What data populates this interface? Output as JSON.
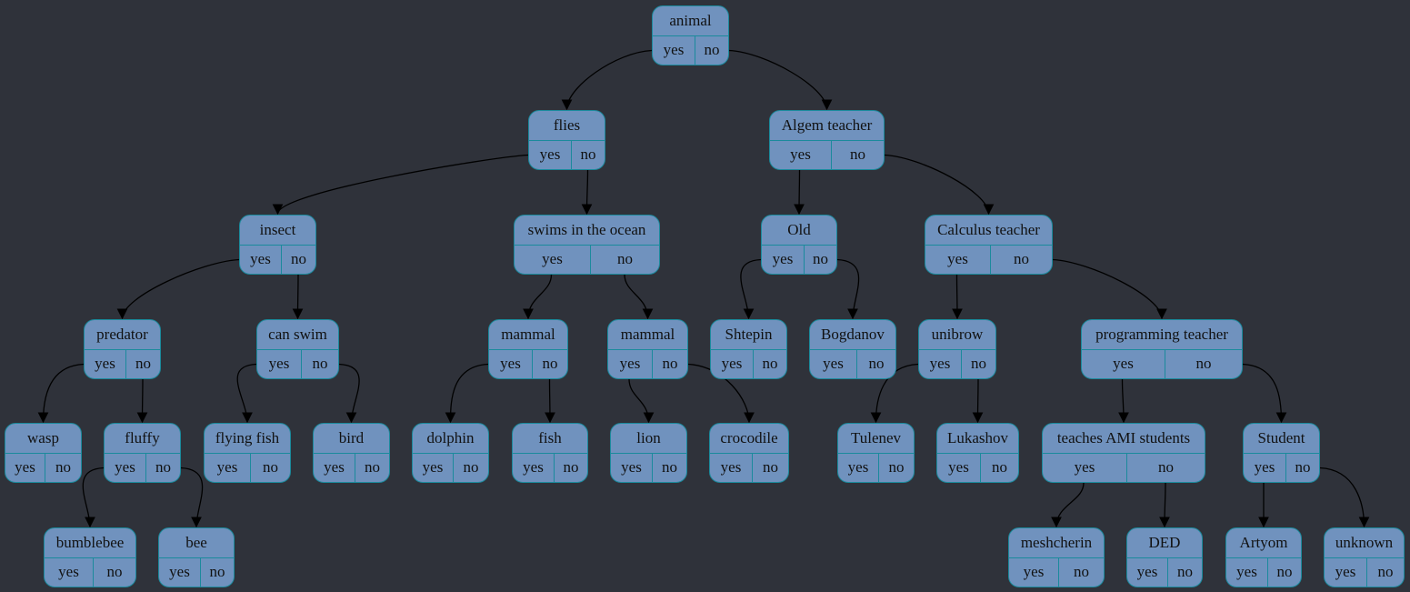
{
  "labels": {
    "yes": "yes",
    "no": "no"
  },
  "nodes": [
    {
      "id": "animal",
      "text": "animal"
    },
    {
      "id": "flies",
      "text": "flies"
    },
    {
      "id": "algem",
      "text": "Algem teacher"
    },
    {
      "id": "insect",
      "text": "insect"
    },
    {
      "id": "swims",
      "text": "swims in the ocean"
    },
    {
      "id": "old",
      "text": "Old"
    },
    {
      "id": "calculus",
      "text": "Calculus teacher"
    },
    {
      "id": "predator",
      "text": "predator"
    },
    {
      "id": "canswim",
      "text": "can swim"
    },
    {
      "id": "mammal1",
      "text": "mammal"
    },
    {
      "id": "mammal2",
      "text": "mammal"
    },
    {
      "id": "shtepin",
      "text": "Shtepin"
    },
    {
      "id": "bogdanov",
      "text": "Bogdanov"
    },
    {
      "id": "unibrow",
      "text": "unibrow"
    },
    {
      "id": "programming",
      "text": "programming teacher"
    },
    {
      "id": "wasp",
      "text": "wasp"
    },
    {
      "id": "fluffy",
      "text": "fluffy"
    },
    {
      "id": "flyingfish",
      "text": "flying fish"
    },
    {
      "id": "bird",
      "text": "bird"
    },
    {
      "id": "dolphin",
      "text": "dolphin"
    },
    {
      "id": "fish",
      "text": "fish"
    },
    {
      "id": "lion",
      "text": "lion"
    },
    {
      "id": "crocodile",
      "text": "crocodile"
    },
    {
      "id": "tulenev",
      "text": "Tulenev"
    },
    {
      "id": "lukashov",
      "text": "Lukashov"
    },
    {
      "id": "teachesami",
      "text": "teaches AMI students"
    },
    {
      "id": "student",
      "text": "Student"
    },
    {
      "id": "bumblebee",
      "text": "bumblebee"
    },
    {
      "id": "bee",
      "text": "bee"
    },
    {
      "id": "meshcherin",
      "text": "meshcherin"
    },
    {
      "id": "ded",
      "text": "DED"
    },
    {
      "id": "artyom",
      "text": "Artyom"
    },
    {
      "id": "unknown",
      "text": "unknown"
    }
  ],
  "edges": [
    {
      "from": "animal",
      "port": "yes",
      "to": "flies"
    },
    {
      "from": "animal",
      "port": "no",
      "to": "algem"
    },
    {
      "from": "flies",
      "port": "yes",
      "to": "insect"
    },
    {
      "from": "flies",
      "port": "no",
      "to": "swims"
    },
    {
      "from": "algem",
      "port": "yes",
      "to": "old"
    },
    {
      "from": "algem",
      "port": "no",
      "to": "calculus"
    },
    {
      "from": "insect",
      "port": "yes",
      "to": "predator"
    },
    {
      "from": "insect",
      "port": "no",
      "to": "canswim"
    },
    {
      "from": "swims",
      "port": "yes",
      "to": "mammal1"
    },
    {
      "from": "swims",
      "port": "no",
      "to": "mammal2"
    },
    {
      "from": "old",
      "port": "yes",
      "to": "shtepin"
    },
    {
      "from": "old",
      "port": "no",
      "to": "bogdanov"
    },
    {
      "from": "calculus",
      "port": "yes",
      "to": "unibrow"
    },
    {
      "from": "calculus",
      "port": "no",
      "to": "programming"
    },
    {
      "from": "predator",
      "port": "yes",
      "to": "wasp"
    },
    {
      "from": "predator",
      "port": "no",
      "to": "fluffy"
    },
    {
      "from": "canswim",
      "port": "yes",
      "to": "flyingfish"
    },
    {
      "from": "canswim",
      "port": "no",
      "to": "bird"
    },
    {
      "from": "mammal1",
      "port": "yes",
      "to": "dolphin"
    },
    {
      "from": "mammal1",
      "port": "no",
      "to": "fish"
    },
    {
      "from": "mammal2",
      "port": "yes",
      "to": "lion"
    },
    {
      "from": "mammal2",
      "port": "no",
      "to": "crocodile"
    },
    {
      "from": "unibrow",
      "port": "yes",
      "to": "tulenev"
    },
    {
      "from": "unibrow",
      "port": "no",
      "to": "lukashov"
    },
    {
      "from": "programming",
      "port": "yes",
      "to": "teachesami"
    },
    {
      "from": "programming",
      "port": "no",
      "to": "student"
    },
    {
      "from": "fluffy",
      "port": "yes",
      "to": "bumblebee"
    },
    {
      "from": "fluffy",
      "port": "no",
      "to": "bee"
    },
    {
      "from": "teachesami",
      "port": "yes",
      "to": "meshcherin"
    },
    {
      "from": "teachesami",
      "port": "no",
      "to": "ded"
    },
    {
      "from": "student",
      "port": "yes",
      "to": "artyom"
    },
    {
      "from": "student",
      "port": "no",
      "to": "unknown"
    }
  ]
}
